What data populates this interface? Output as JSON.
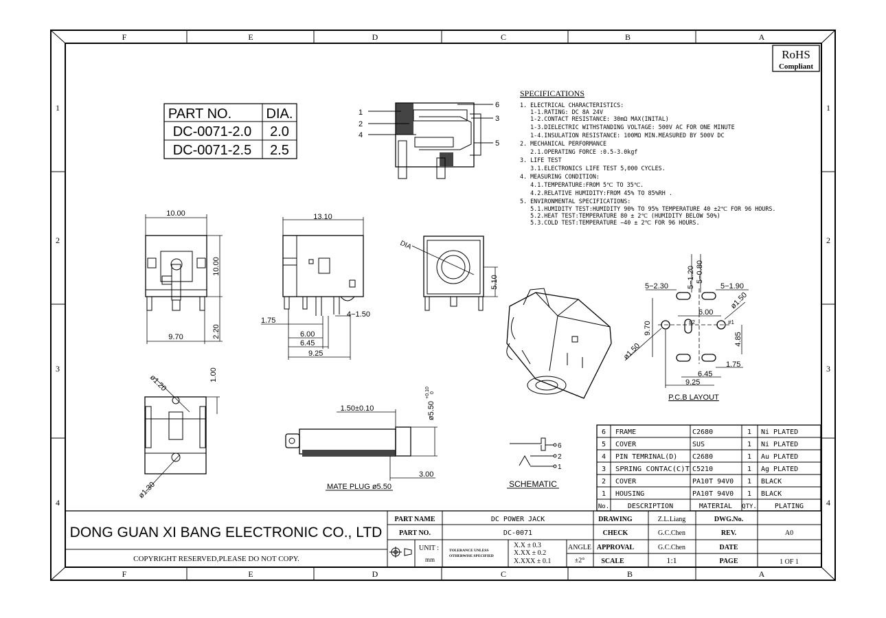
{
  "border": {
    "top_zones": [
      "F",
      "E",
      "D",
      "C",
      "B",
      "A"
    ],
    "bottom_zones": [
      "F",
      "E",
      "D",
      "C",
      "B",
      "A"
    ],
    "left_rows": [
      "1",
      "2",
      "3",
      "4"
    ],
    "right_rows": [
      "1",
      "2",
      "3",
      "4"
    ]
  },
  "rohs": {
    "line1": "RoHS",
    "line2": "Compliant"
  },
  "part_table": {
    "headers": [
      "PART NO.",
      "DIA."
    ],
    "rows": [
      [
        "DC-0071-2.0",
        "2.0"
      ],
      [
        "DC-0071-2.5",
        "2.5"
      ]
    ]
  },
  "side_callouts": [
    "1",
    "2",
    "4",
    "6",
    "3",
    "5"
  ],
  "specifications": {
    "title": "SPECIFICATIONS",
    "lines": [
      "1. ELECTRICAL CHARACTERISTICS:",
      "   1-1.RATING: DC 8A 24V",
      "   1-2.CONTACT RESISTANCE: 30mΩ MAX(INITAL)",
      "   1-3.DIELECTRIC WITHSTANDING VOLTAGE: 500V AC FOR ONE MINUTE",
      "   1-4.INSULATION RESISTANCE: 100MΩ MIN.MEASURED BY 500V DC",
      "2. MECHANICAL PERFORMANCE",
      "   2.1.OPERATING FORCE :0.5-3.0kgf",
      "3. LIFE TEST",
      "   3.1.ELECTRONICS LIFE TEST 5,000 CYCLES.",
      "4. MEASURING CONDITION:",
      "   4.1.TEMPERATURE:FROM 5℃ TO 35℃.",
      "   4.2.RELATIVE HUMIDITY:FROM 45% TO 85%RH .",
      "5. ENVIRONMENTAL SPECIFICATIONS:",
      "   5.1.HUMIDITY TEST:HUMIDITY 90% TO 95% TEMPERATURE 40 ±2℃ FOR 96 HOURS.",
      "   5.2.HEAT TEST:TEMPERATURE 80 ± 2℃ (HUMIDITY BELOW 50%)",
      "   5.3.COLD TEST:TEMPERATURE −40 ± 2℃ FOR 96 HOURS."
    ]
  },
  "front_view": {
    "w": "10.00",
    "h": "10.00",
    "base": "9.70",
    "pin": "2.20"
  },
  "side_view": {
    "len": "13.10",
    "d1": "1.75",
    "d2": "6.00",
    "d3": "6.45",
    "d4": "9.25",
    "d5": "4−1.50"
  },
  "end_view": {
    "dia": "DIA",
    "h": "5.10"
  },
  "bottom_view": {
    "d1": "ø1.20",
    "d2": "1.00",
    "d3": "ø1.30"
  },
  "plug": {
    "len": "1.50±0.10",
    "dia": "ø5.50",
    "tol_up": "+0.10",
    "tol_dn": "0",
    "tip": "3.00",
    "title": "MATE PLUG ø5.50"
  },
  "schematic": {
    "title": "SCHEMATIC",
    "pins": [
      "6",
      "2",
      "1"
    ]
  },
  "pcb": {
    "title": "P.C.B LAYOUT",
    "a": "5−2.30",
    "b": "5−1.20",
    "c": "5−0.80",
    "d": "5−1.90",
    "e": "6.00",
    "f": "9.70",
    "g": "ø1.50",
    "h": "ø1.50",
    "i": "4.85",
    "j": "1.75",
    "k": "6.45",
    "l": "9.25",
    "p1": "#1",
    "p2": "#2"
  },
  "bom": {
    "rows": [
      [
        "6",
        "FRAME",
        "C2680",
        "1",
        "Ni PLATED"
      ],
      [
        "5",
        "COVER",
        "SUS",
        "1",
        "Ni PLATED"
      ],
      [
        "4",
        "PIN TEMRINAL(D)",
        "C2680",
        "1",
        "Au PLATED"
      ],
      [
        "3",
        "SPRING CONTAC(C)T",
        "C5210",
        "1",
        "Ag PLATED"
      ],
      [
        "2",
        "COVER",
        "PA10T 94V0",
        "1",
        "BLACK"
      ],
      [
        "1",
        "HOUSING",
        "PA10T 94V0",
        "1",
        "BLACK"
      ]
    ],
    "header": [
      "No.",
      "DESCRIPTION",
      "MATERIAL",
      "QTY.",
      "PLATING"
    ]
  },
  "title_block": {
    "company": "DONG GUAN XI BANG ELECTRONIC CO., LTD",
    "copyright": "COPYRIGHT RESERVED,PLEASE DO NOT COPY.",
    "part_name_label": "PART NAME",
    "part_name": "DC POWER JACK",
    "part_no_label": "PART NO.",
    "part_no": "DC-0071",
    "unit_label": "UNIT :",
    "unit": "mm",
    "tol_note1": "TOLERANCE UNLESS",
    "tol_note2": "OTHERWISE SPECIFIED",
    "tol1": "X.X ± 0.3",
    "tol2": "X.XX ± 0.2",
    "tol3": "X.XXX ± 0.1",
    "angle_label": "ANGLE",
    "angle": "±2°",
    "drawing_label": "DRAWING",
    "drawing": "Z.L.Liang",
    "check_label": "CHECK",
    "check": "G.C.Chen",
    "approval_label": "APPROVAL",
    "approval": "G.C.Chen",
    "scale_label": "SCALE",
    "scale": "1:1",
    "dwg_label": "DWG.No.",
    "dwg": "",
    "rev_label": "REV.",
    "rev": "A0",
    "date_label": "DATE",
    "date": "",
    "page_label": "PAGE",
    "page": "1 OF 1"
  }
}
